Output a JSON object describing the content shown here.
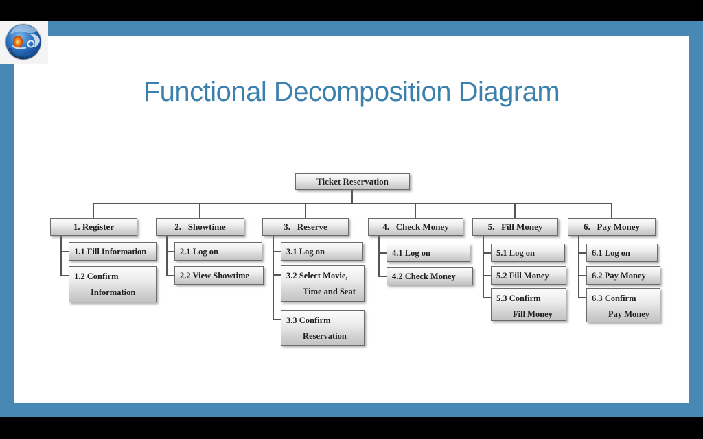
{
  "frame": {
    "accent_color": "#4788b4",
    "background": "#000000"
  },
  "title": {
    "text": "Functional Decomposition Diagram",
    "color": "#3c80ad"
  },
  "logo": {
    "icon": "globe-binary-logo"
  },
  "tree": {
    "root": "Ticket Reservation",
    "columns": [
      {
        "parent": "1. Register",
        "children": [
          {
            "line1": "1.1 Fill Information"
          },
          {
            "line1": "1.2 Confirm",
            "line2": "Information"
          }
        ]
      },
      {
        "parent": "2.   Showtime",
        "children": [
          {
            "line1": "2.1 Log on"
          },
          {
            "line1": "2.2 View Showtime"
          }
        ]
      },
      {
        "parent": "3.   Reserve",
        "children": [
          {
            "line1": "3.1 Log on"
          },
          {
            "line1": "3.2 Select Movie,",
            "line2": "Time and Seat"
          },
          {
            "line1": "3.3 Confirm",
            "line2": "Reservation"
          }
        ]
      },
      {
        "parent": "4.   Check Money",
        "children": [
          {
            "line1": "4.1 Log on"
          },
          {
            "line1": "4.2 Check Money"
          }
        ]
      },
      {
        "parent": "5.   Fill Money",
        "children": [
          {
            "line1": "5.1 Log on"
          },
          {
            "line1": "5.2 Fill Money"
          },
          {
            "line1": "5.3 Confirm",
            "line2": "Fill Money"
          }
        ]
      },
      {
        "parent": "6.   Pay Money",
        "children": [
          {
            "line1": "6.1 Log on"
          },
          {
            "line1": "6.2 Pay Money"
          },
          {
            "line1": "6.3 Confirm",
            "line2": "Pay Money"
          }
        ]
      }
    ]
  }
}
